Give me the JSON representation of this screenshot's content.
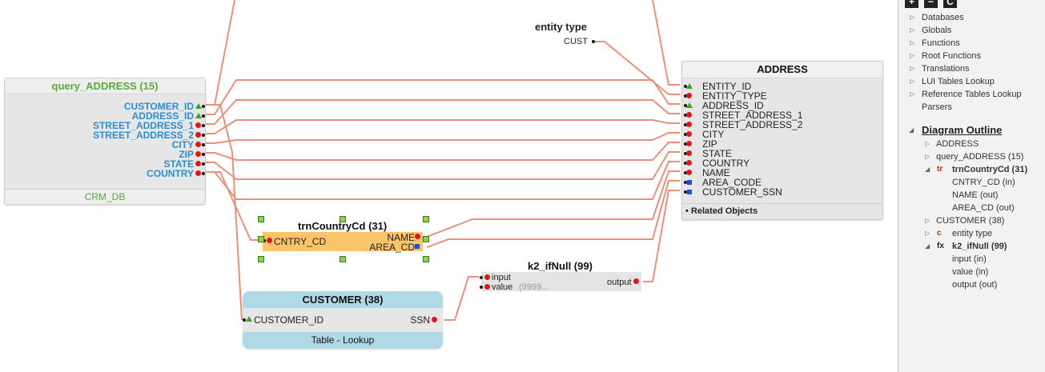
{
  "colors": {
    "wire": "#e8907a",
    "query_title": "#5aaa3c",
    "query_field": "#2a8fd4",
    "transform_fill": "#fac46a",
    "lookup_header": "#b0d9e6",
    "port_red": "#e01818",
    "port_blue": "#1a4fe0",
    "port_green": "#3aa52a"
  },
  "entity_type": {
    "title": "entity type",
    "output": "CUST"
  },
  "query": {
    "title": "query_ADDRESS (15)",
    "footer": "CRM_DB",
    "fields": [
      "CUSTOMER_ID",
      "ADDRESS_ID",
      "STREET_ADDRESS_1",
      "STREET_ADDRESS_2",
      "CITY",
      "ZIP",
      "STATE",
      "COUNTRY"
    ]
  },
  "address": {
    "title": "ADDRESS",
    "fields": [
      "ENTITY_ID",
      "ENTITY_TYPE",
      "ADDRESS_ID",
      "STREET_ADDRESS_1",
      "STREET_ADDRESS_2",
      "CITY",
      "ZIP",
      "STATE",
      "COUNTRY",
      "NAME",
      "AREA_CODE",
      "CUSTOMER_SSN"
    ],
    "footer": "Related Objects"
  },
  "trn": {
    "title": "trnCountryCd (31)",
    "input": "CNTRY_CD",
    "outputs": [
      "NAME",
      "AREA_CD"
    ]
  },
  "customer": {
    "title": "CUSTOMER (38)",
    "input": "CUSTOMER_ID",
    "output": "SSN",
    "footer": "Table - Lookup"
  },
  "ifnull": {
    "title": "k2_ifNull (99)",
    "inputs": [
      "input",
      "value"
    ],
    "value_hint": "(9999...",
    "output": "output"
  },
  "panel": {
    "toolbar": [
      {
        "icon": "plus-icon",
        "glyph": "+"
      },
      {
        "icon": "minus-icon",
        "glyph": "−"
      },
      {
        "icon": "refresh-icon",
        "glyph": "C"
      }
    ],
    "tree": [
      "Databases",
      "Globals",
      "Functions",
      "Root Functions",
      "Translations",
      "LUI Tables Lookup",
      "Reference Tables Lookup",
      "Parsers"
    ],
    "outline_title": "Diagram Outline",
    "outline": [
      {
        "label": "ADDRESS"
      },
      {
        "label": "query_ADDRESS (15)"
      },
      {
        "label": "trnCountryCd (31)",
        "badge": "tr",
        "children": [
          "CNTRY_CD (in)",
          "NAME (out)",
          "AREA_CD (out)"
        ]
      },
      {
        "label": "CUSTOMER (38)"
      },
      {
        "label": "entity type",
        "badge": "c"
      },
      {
        "label": "k2_ifNull (99)",
        "badge": "fx",
        "children": [
          "input (in)",
          "value (in)",
          "output (out)"
        ]
      }
    ]
  }
}
